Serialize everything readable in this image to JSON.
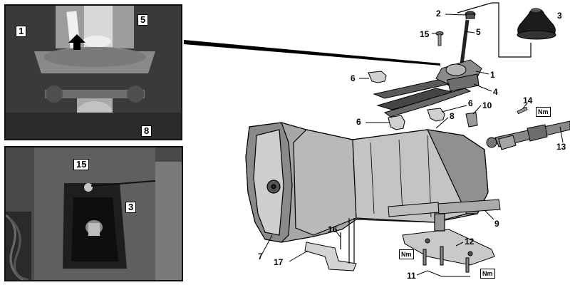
{
  "top_photo": {
    "callouts": [
      "1",
      "5",
      "8"
    ]
  },
  "bottom_photo": {
    "callouts": [
      "15",
      "3"
    ]
  },
  "diagram": {
    "parts": {
      "p1": "1",
      "p2": "2",
      "p3": "3",
      "p4": "4",
      "p5": "5",
      "p6a": "6",
      "p6b": "6",
      "p6c": "6",
      "p7": "7",
      "p8": "8",
      "p9": "9",
      "p10": "10",
      "p11": "11",
      "p12": "12",
      "p13": "13",
      "p14": "14",
      "p15": "15",
      "p16": "16",
      "p17": "17"
    },
    "torque_label": "Nm"
  }
}
